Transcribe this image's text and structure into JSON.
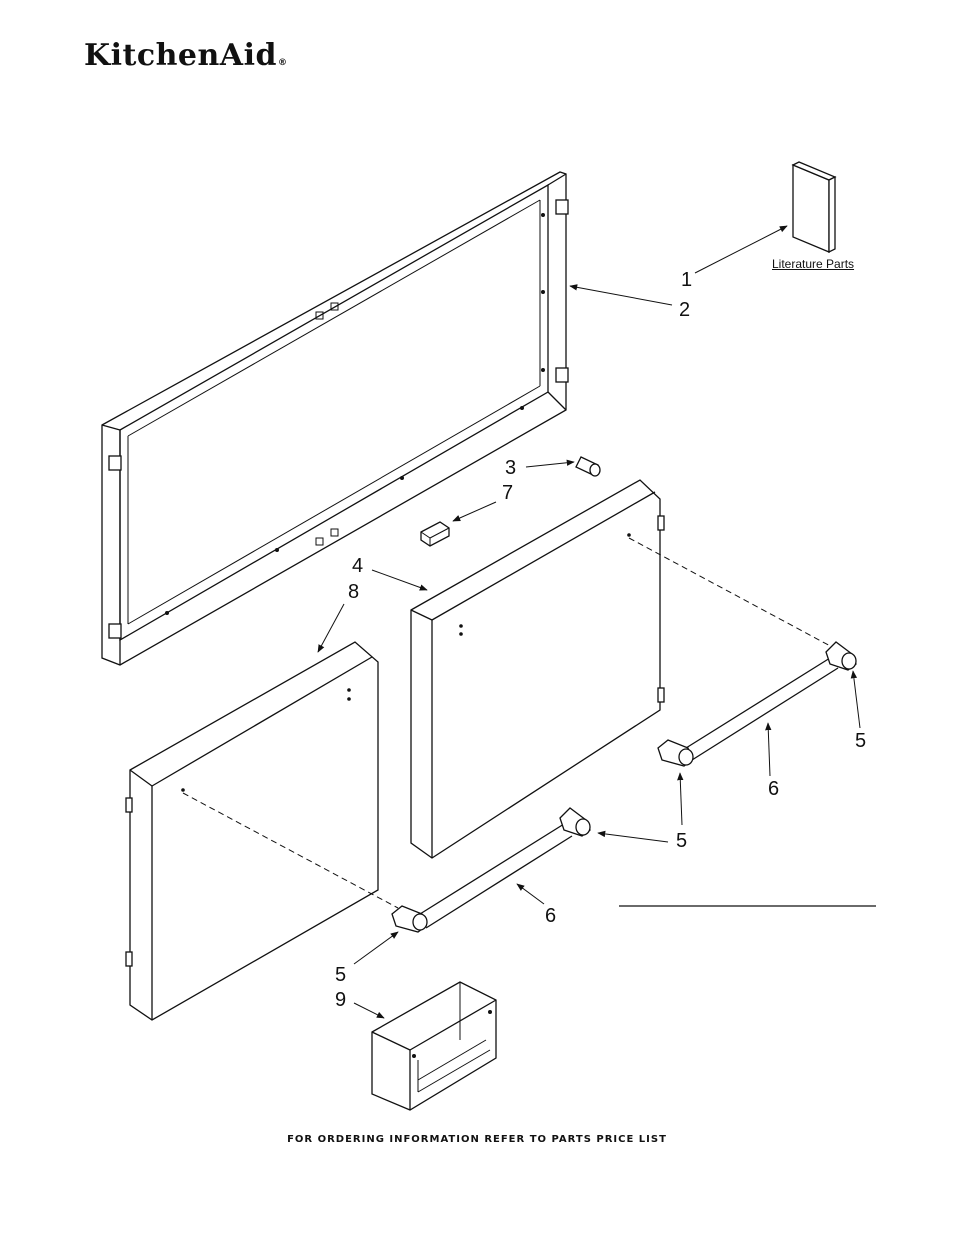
{
  "brand": {
    "name": "KitchenAid",
    "registered": "®"
  },
  "callouts": {
    "c1": "1",
    "c2": "2",
    "c3": "3",
    "c4": "4",
    "c5a": "5",
    "c5b": "5",
    "c5c": "5",
    "c5d": "5",
    "c6a": "6",
    "c6b": "6",
    "c7": "7",
    "c8": "8",
    "c9": "9"
  },
  "literature_label": "Literature Parts",
  "footer_text": "FOR ORDERING INFORMATION REFER TO PARTS PRICE LIST"
}
